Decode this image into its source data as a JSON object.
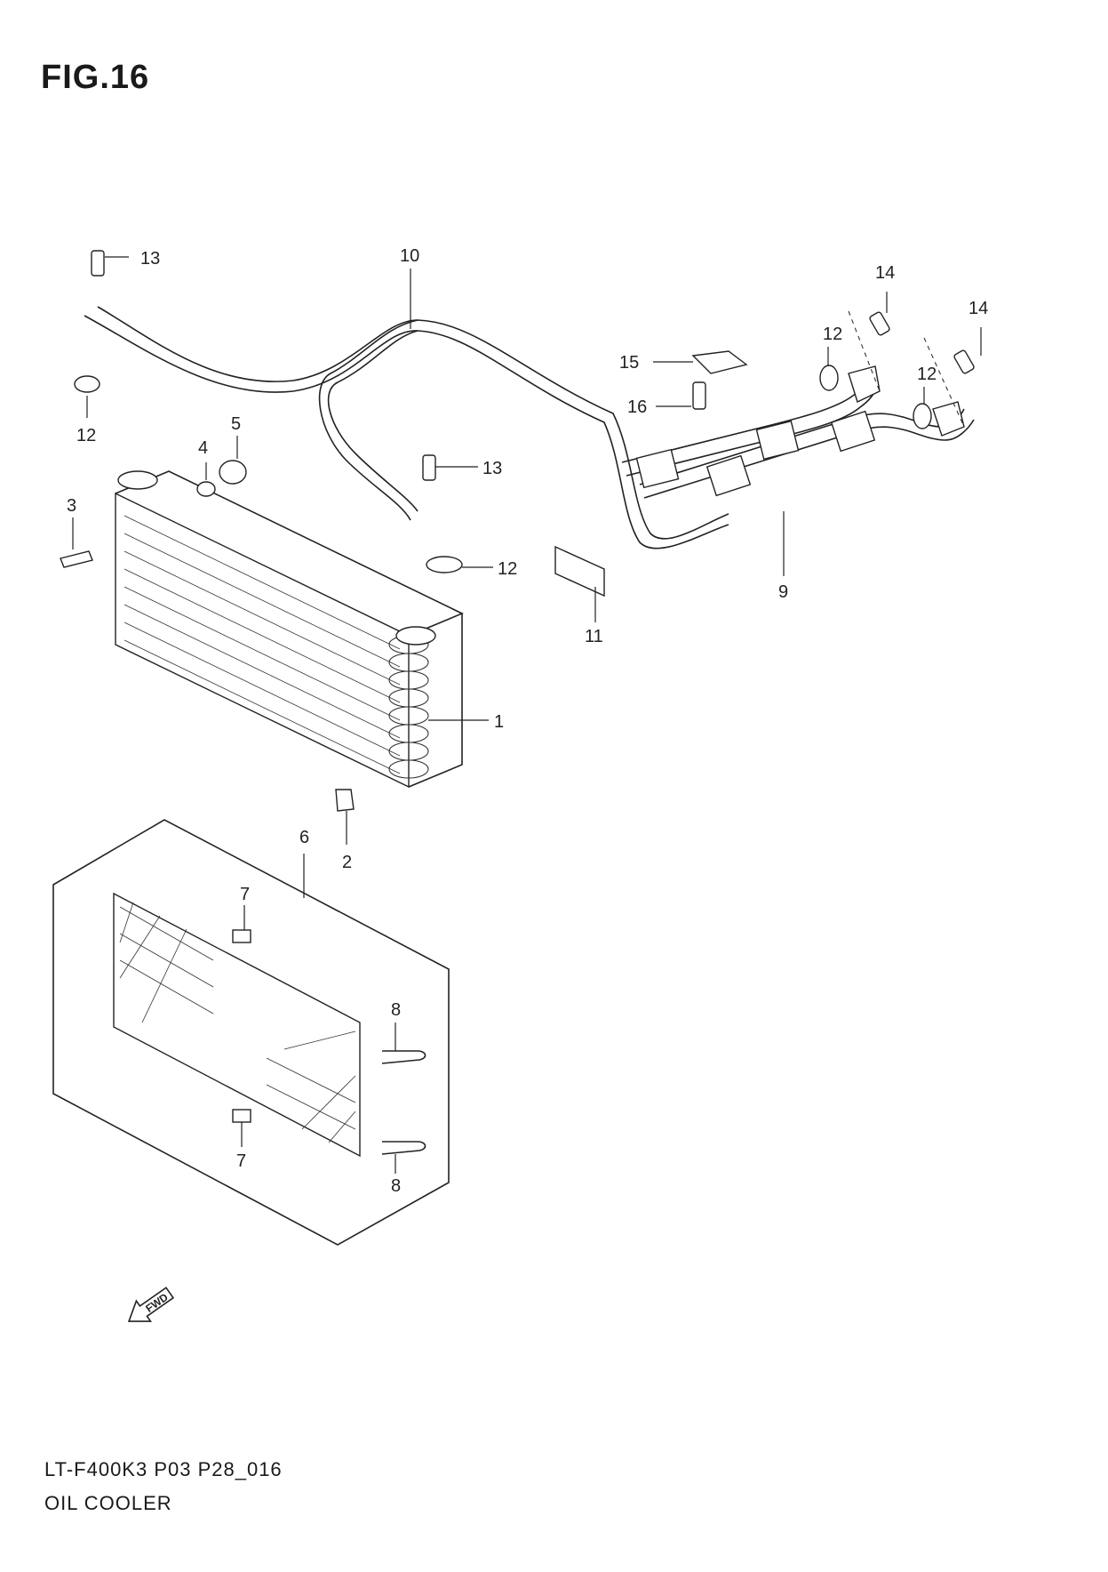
{
  "figure": {
    "title": "FIG.16"
  },
  "footer": {
    "model_code": "LT-F400K3 P03 P28_016",
    "caption": "OIL COOLER"
  },
  "callouts": {
    "c1": "1",
    "c2": "2",
    "c3": "3",
    "c4": "4",
    "c5": "5",
    "c6": "6",
    "c7a": "7",
    "c7b": "7",
    "c8a": "8",
    "c8b": "8",
    "c9": "9",
    "c10": "10",
    "c11": "11",
    "c12a": "12",
    "c12b": "12",
    "c12c": "12",
    "c12d": "12",
    "c13a": "13",
    "c13b": "13",
    "c14a": "14",
    "c14b": "14",
    "c15": "15",
    "c16": "16"
  },
  "fwd_marker": {
    "label": "FWD",
    "icon": "forward-arrow-icon"
  }
}
